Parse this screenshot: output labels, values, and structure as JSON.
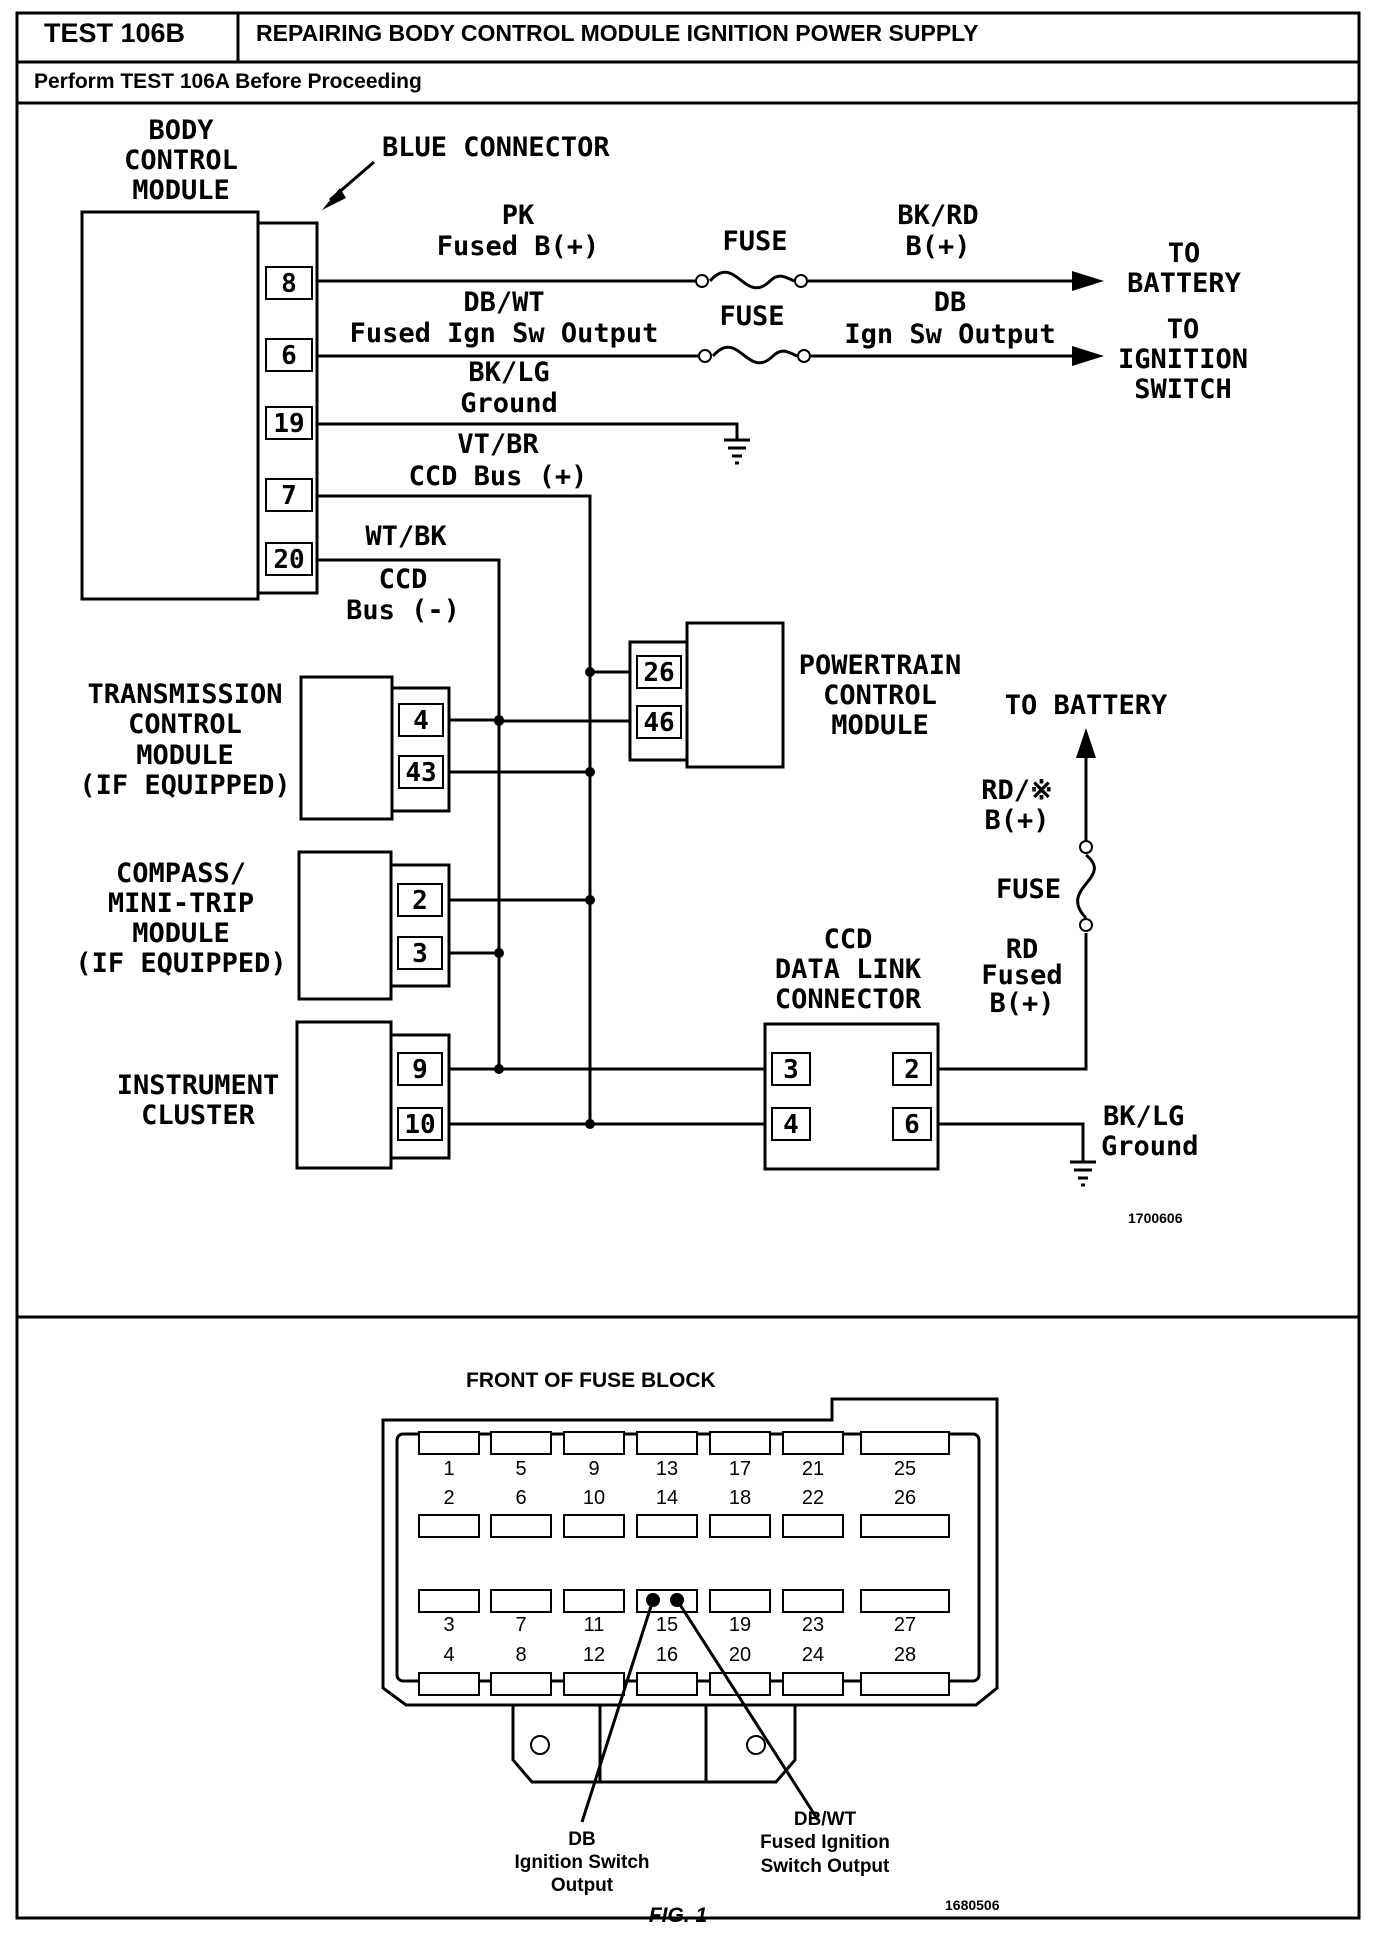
{
  "header": {
    "test_id": "TEST 106B",
    "title": "REPAIRING BODY CONTROL MODULE IGNITION POWER SUPPLY",
    "prereq": "Perform TEST 106A Before Proceeding"
  },
  "schematic": {
    "bcm": {
      "label": [
        "BODY",
        "CONTROL",
        "MODULE"
      ],
      "connector_label": "BLUE CONNECTOR",
      "pins": [
        "8",
        "6",
        "19",
        "7",
        "20"
      ]
    },
    "wires": {
      "pk": [
        "PK",
        "Fused B(+)"
      ],
      "bkrd": [
        "BK/RD",
        "B(+)"
      ],
      "dbwt": [
        "DB/WT",
        "Fused Ign Sw Output"
      ],
      "db": [
        "DB",
        "Ign Sw Output"
      ],
      "bklg_top": [
        "BK/LG",
        "Ground"
      ],
      "vtbr": [
        "VT/BR",
        "CCD Bus (+)"
      ],
      "wtbk": [
        "WT/BK"
      ],
      "ccd_minus": [
        "CCD",
        "Bus (-)"
      ],
      "rdstar": [
        "RD/※",
        "B(+)"
      ],
      "rd": [
        "RD",
        "Fused",
        "B(+)"
      ],
      "bklg_bottom": [
        "BK/LG",
        "Ground"
      ]
    },
    "fuse_label": "FUSE",
    "to_battery": [
      "TO",
      "BATTERY"
    ],
    "to_ignition": [
      "TO",
      "IGNITION",
      "SWITCH"
    ],
    "to_battery_right": "TO BATTERY",
    "pcm": {
      "label": [
        "POWERTRAIN",
        "CONTROL",
        "MODULE"
      ],
      "pins": [
        "26",
        "46"
      ]
    },
    "tcm": {
      "label": [
        "TRANSMISSION",
        "CONTROL",
        "MODULE",
        "(IF EQUIPPED)"
      ],
      "pins": [
        "4",
        "43"
      ]
    },
    "compass": {
      "label": [
        "COMPASS/",
        "MINI-TRIP",
        "MODULE",
        "(IF EQUIPPED)"
      ],
      "pins": [
        "2",
        "3"
      ]
    },
    "cluster": {
      "label": [
        "INSTRUMENT",
        "CLUSTER"
      ],
      "pins": [
        "9",
        "10"
      ]
    },
    "dlc": {
      "label": [
        "CCD",
        "DATA LINK",
        "CONNECTOR"
      ],
      "pins_left": [
        "3",
        "4"
      ],
      "pins_right": [
        "2",
        "6"
      ]
    },
    "code": "1700606"
  },
  "fuse_block": {
    "title": "FRONT OF FUSE BLOCK",
    "row1_labels": [
      "1",
      "5",
      "9",
      "13",
      "17",
      "21",
      "25"
    ],
    "row2_labels": [
      "2",
      "6",
      "10",
      "14",
      "18",
      "22",
      "26"
    ],
    "row3_labels": [
      "3",
      "7",
      "11",
      "15",
      "19",
      "23",
      "27"
    ],
    "row4_labels": [
      "4",
      "8",
      "12",
      "16",
      "20",
      "24",
      "28"
    ],
    "callout_left": [
      "DB",
      "Ignition Switch",
      "Output"
    ],
    "callout_right": [
      "DB/WT",
      "Fused Ignition",
      "Switch Output"
    ],
    "code": "1680506",
    "fig": "FIG. 1"
  }
}
